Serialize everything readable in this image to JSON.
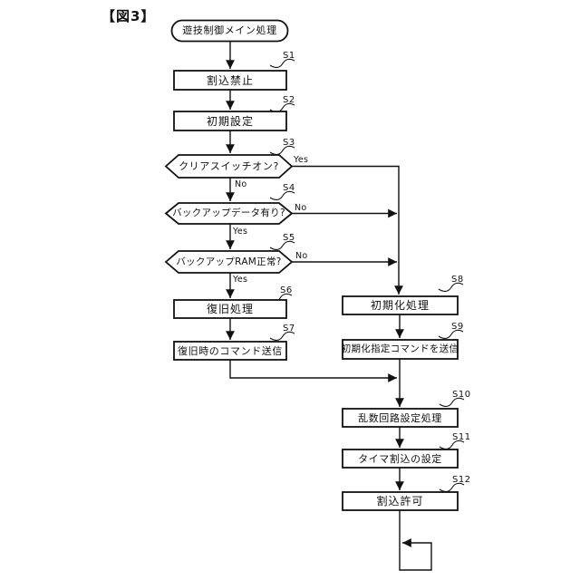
{
  "figure_label": "【図3】",
  "flowchart": {
    "start_label": "遊技制御メイン処理",
    "steps": [
      {
        "id": "S1",
        "label": "割込禁止",
        "type": "process"
      },
      {
        "id": "S2",
        "label": "初期設定",
        "type": "process"
      },
      {
        "id": "S3",
        "label": "クリアスイッチオン?",
        "type": "decision",
        "branch_right": "Yes",
        "branch_down": "No"
      },
      {
        "id": "S4",
        "label": "バックアップデータ有り?",
        "type": "decision",
        "branch_right": "No",
        "branch_down": "Yes"
      },
      {
        "id": "S5",
        "label": "バックアップRAM正常?",
        "type": "decision",
        "branch_right": "No",
        "branch_down": "Yes"
      },
      {
        "id": "S6",
        "label": "復旧処理",
        "type": "process"
      },
      {
        "id": "S7",
        "label": "復旧時のコマンド送信",
        "type": "process"
      },
      {
        "id": "S8",
        "label": "初期化処理",
        "type": "process"
      },
      {
        "id": "S9",
        "label": "初期化指定コマンドを送信",
        "type": "process"
      },
      {
        "id": "S10",
        "label": "乱数回路設定処理",
        "type": "process"
      },
      {
        "id": "S11",
        "label": "タイマ割込の設定",
        "type": "process"
      },
      {
        "id": "S12",
        "label": "割込許可",
        "type": "process"
      }
    ],
    "line_color": "#111111",
    "shape_fill": "#ffffff"
  }
}
